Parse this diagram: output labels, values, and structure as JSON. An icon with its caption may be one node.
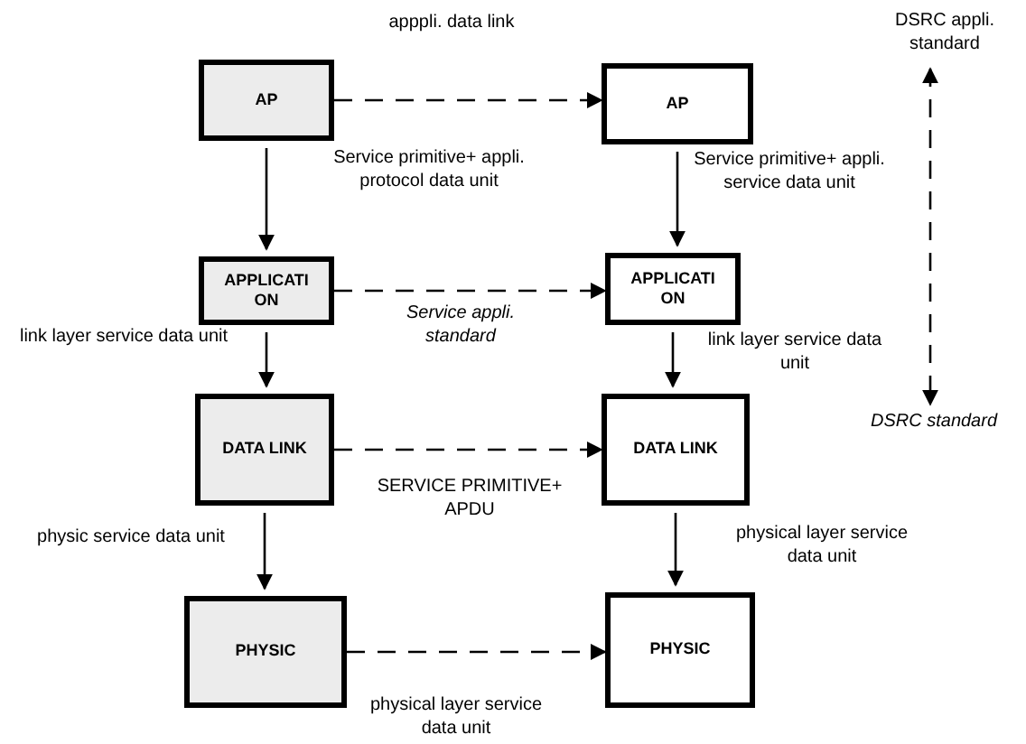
{
  "diagram": {
    "nodes": [
      {
        "text": [
          "AP"
        ]
      },
      {
        "text": [
          "APPLICATI ON"
        ]
      },
      {
        "text": [
          "DATA LINK"
        ]
      },
      {
        "text": [
          "PHYSIC"
        ]
      },
      {
        "text": [
          "AP"
        ]
      },
      {
        "text": [
          "APPLICATI ON"
        ]
      },
      {
        "text": [
          "DATA LINK"
        ]
      },
      {
        "text": [
          "PHYSIC"
        ]
      },
      {
        "text": [
          "DSRC appli. standard"
        ]
      },
      {
        "text": [
          "DSRC standard"
        ]
      }
    ],
    "edges": [
      {
        "from": 0,
        "to": 1,
        "arrow": "to",
        "label": "Service primitive+ appli. protocol data unit"
      },
      {
        "from": 1,
        "to": 2,
        "arrow": "to",
        "label": "link layer service data unit"
      },
      {
        "from": 2,
        "to": 3,
        "arrow": "to",
        "label": "physic service data unit"
      },
      {
        "from": 4,
        "to": 5,
        "arrow": "to",
        "label": "Service primitive+ appli. service data unit"
      },
      {
        "from": 5,
        "to": 6,
        "arrow": "to",
        "label": "link layer service data unit"
      },
      {
        "from": 6,
        "to": 7,
        "arrow": "to",
        "label": "physical layer service data unit"
      },
      {
        "from": 0,
        "to": 4,
        "arrow": "to",
        "style": "dashed",
        "label": "apppli. data link"
      },
      {
        "from": 1,
        "to": 5,
        "arrow": "to",
        "style": "dashed",
        "label": "Service appli. standard"
      },
      {
        "from": 2,
        "to": 6,
        "arrow": "to",
        "style": "dashed",
        "label": "SERVICE PRIMITIVE+ APDU"
      },
      {
        "from": 3,
        "to": 7,
        "arrow": "to",
        "style": "dashed",
        "label": "physical layer service data unit"
      },
      {
        "from": 8,
        "to": 9,
        "arrow": "both",
        "style": "dashed"
      }
    ]
  }
}
